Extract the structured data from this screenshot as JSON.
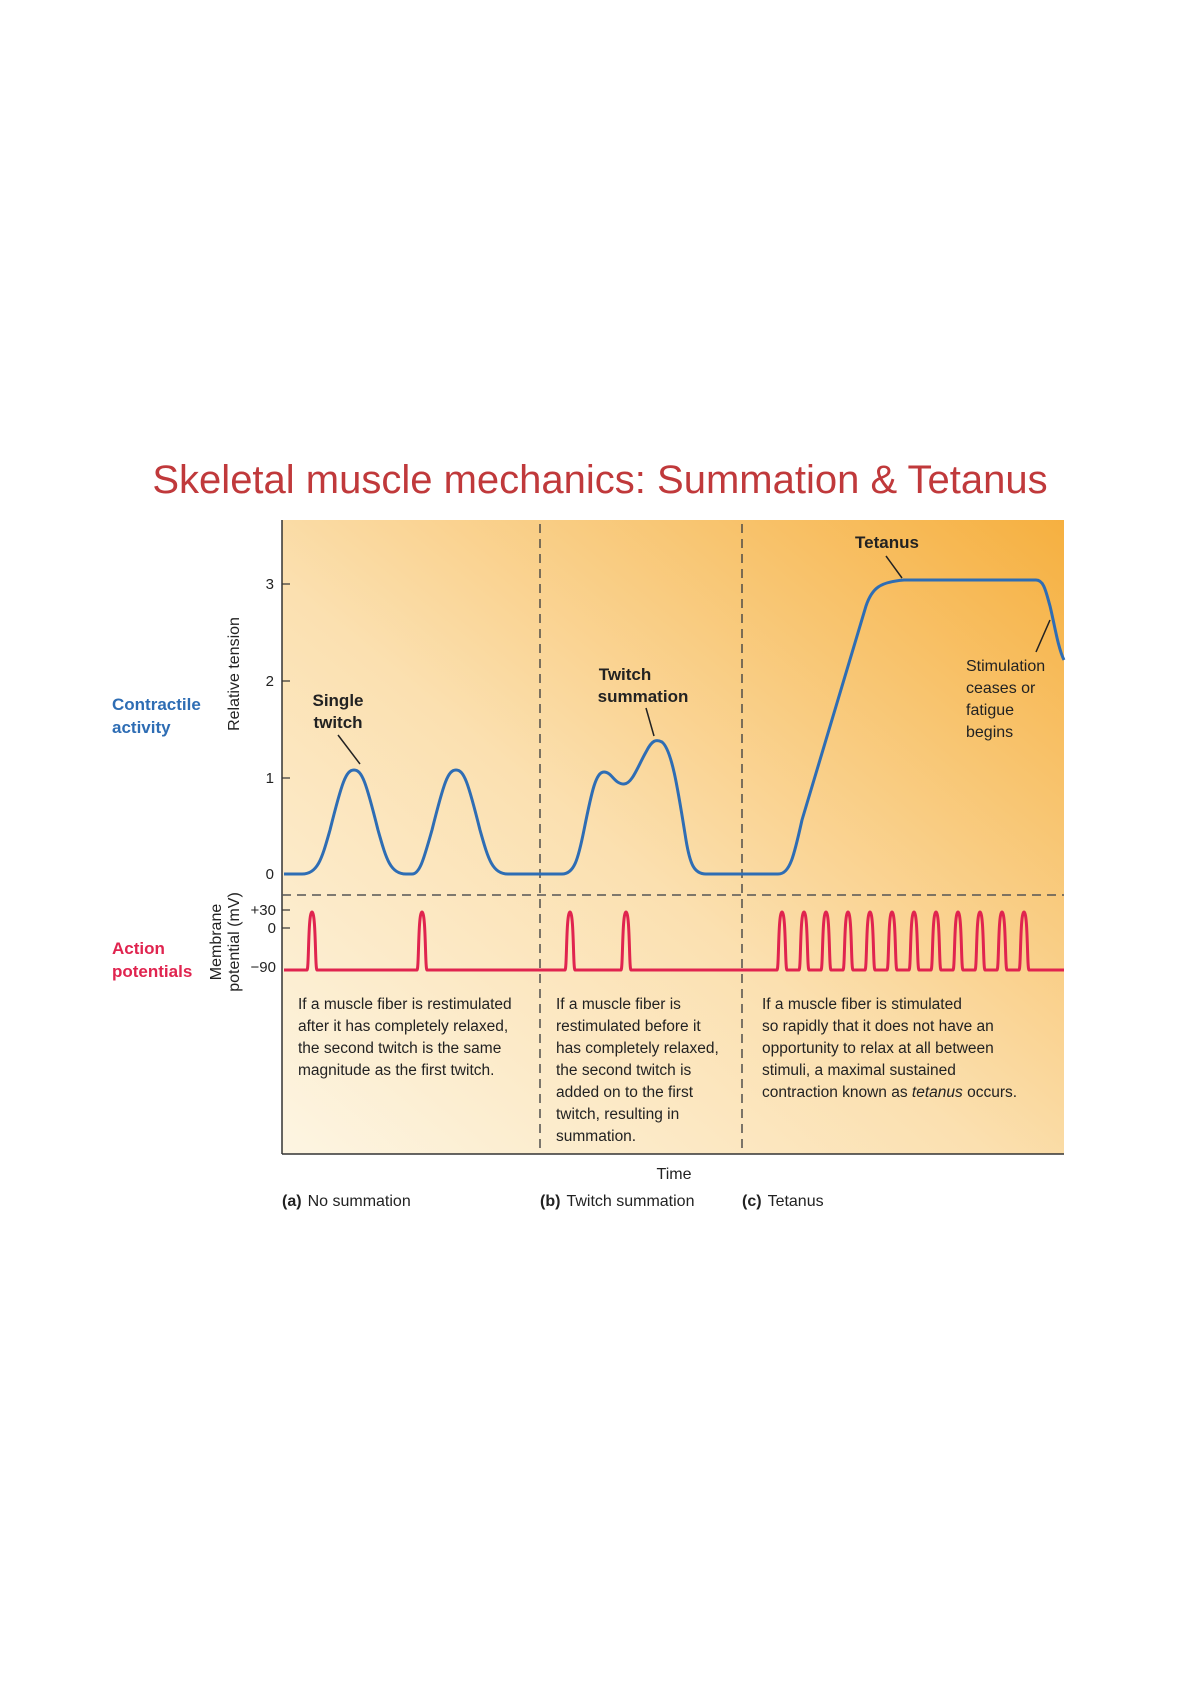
{
  "title": "Skeletal muscle mechanics: Summation & Tetanus",
  "colors": {
    "title": "#c0393b",
    "tension_trace": "#2e6db4",
    "action_potential_trace": "#e0244f",
    "background_light": "#fdf3dc",
    "background_dark": "#f6b144",
    "divider": "#444444"
  },
  "row_labels": {
    "contractile": [
      "Contractile",
      "activity"
    ],
    "action": [
      "Action",
      "potentials"
    ]
  },
  "tension_axis": {
    "label": "Relative tension",
    "ticks": [
      "3",
      "2",
      "1",
      "0"
    ]
  },
  "potential_axis": {
    "label": [
      "Membrane",
      "potential (mV)"
    ],
    "ticks": [
      "+30",
      "0",
      "−90"
    ]
  },
  "x_axis_label": "Time",
  "annotations": {
    "single_twitch": [
      "Single",
      "twitch"
    ],
    "twitch_summation": [
      "Twitch",
      "summation"
    ],
    "tetanus": "Tetanus",
    "stimulation": [
      "Stimulation",
      "ceases or",
      "fatigue",
      "begins"
    ]
  },
  "panels": [
    {
      "letter": "(a)",
      "caption": "No summation",
      "description": [
        "If a muscle fiber is restimulated",
        "after it has completely relaxed,",
        "the second twitch is the same",
        "magnitude as the first twitch."
      ]
    },
    {
      "letter": "(b)",
      "caption": "Twitch summation",
      "description": [
        "If a muscle fiber is",
        "restimulated before it",
        "has completely relaxed,",
        "the second twitch is",
        "added on to the first",
        "twitch, resulting in",
        "summation."
      ]
    },
    {
      "letter": "(c)",
      "caption": "Tetanus",
      "description": [
        "If a muscle fiber is stimulated",
        "so rapidly that it does not have an",
        "opportunity to relax at all between",
        "stimuli, a maximal sustained"
      ],
      "description_last": {
        "before": "contraction known as ",
        "emphasis": "tetanus",
        "after": " occurs."
      }
    }
  ],
  "traces": {
    "tension_peaks": {
      "single_twitches": [
        1.08,
        1.08
      ],
      "summation": [
        1.04,
        1.37
      ],
      "tetanus_plateau": 3.05,
      "tetanus_end": 2.15
    },
    "action_potentials": {
      "panel_a_count": 2,
      "panel_b_count": 2,
      "panel_c_count": 12,
      "peak_mV": 30,
      "rest_mV": -90
    }
  }
}
